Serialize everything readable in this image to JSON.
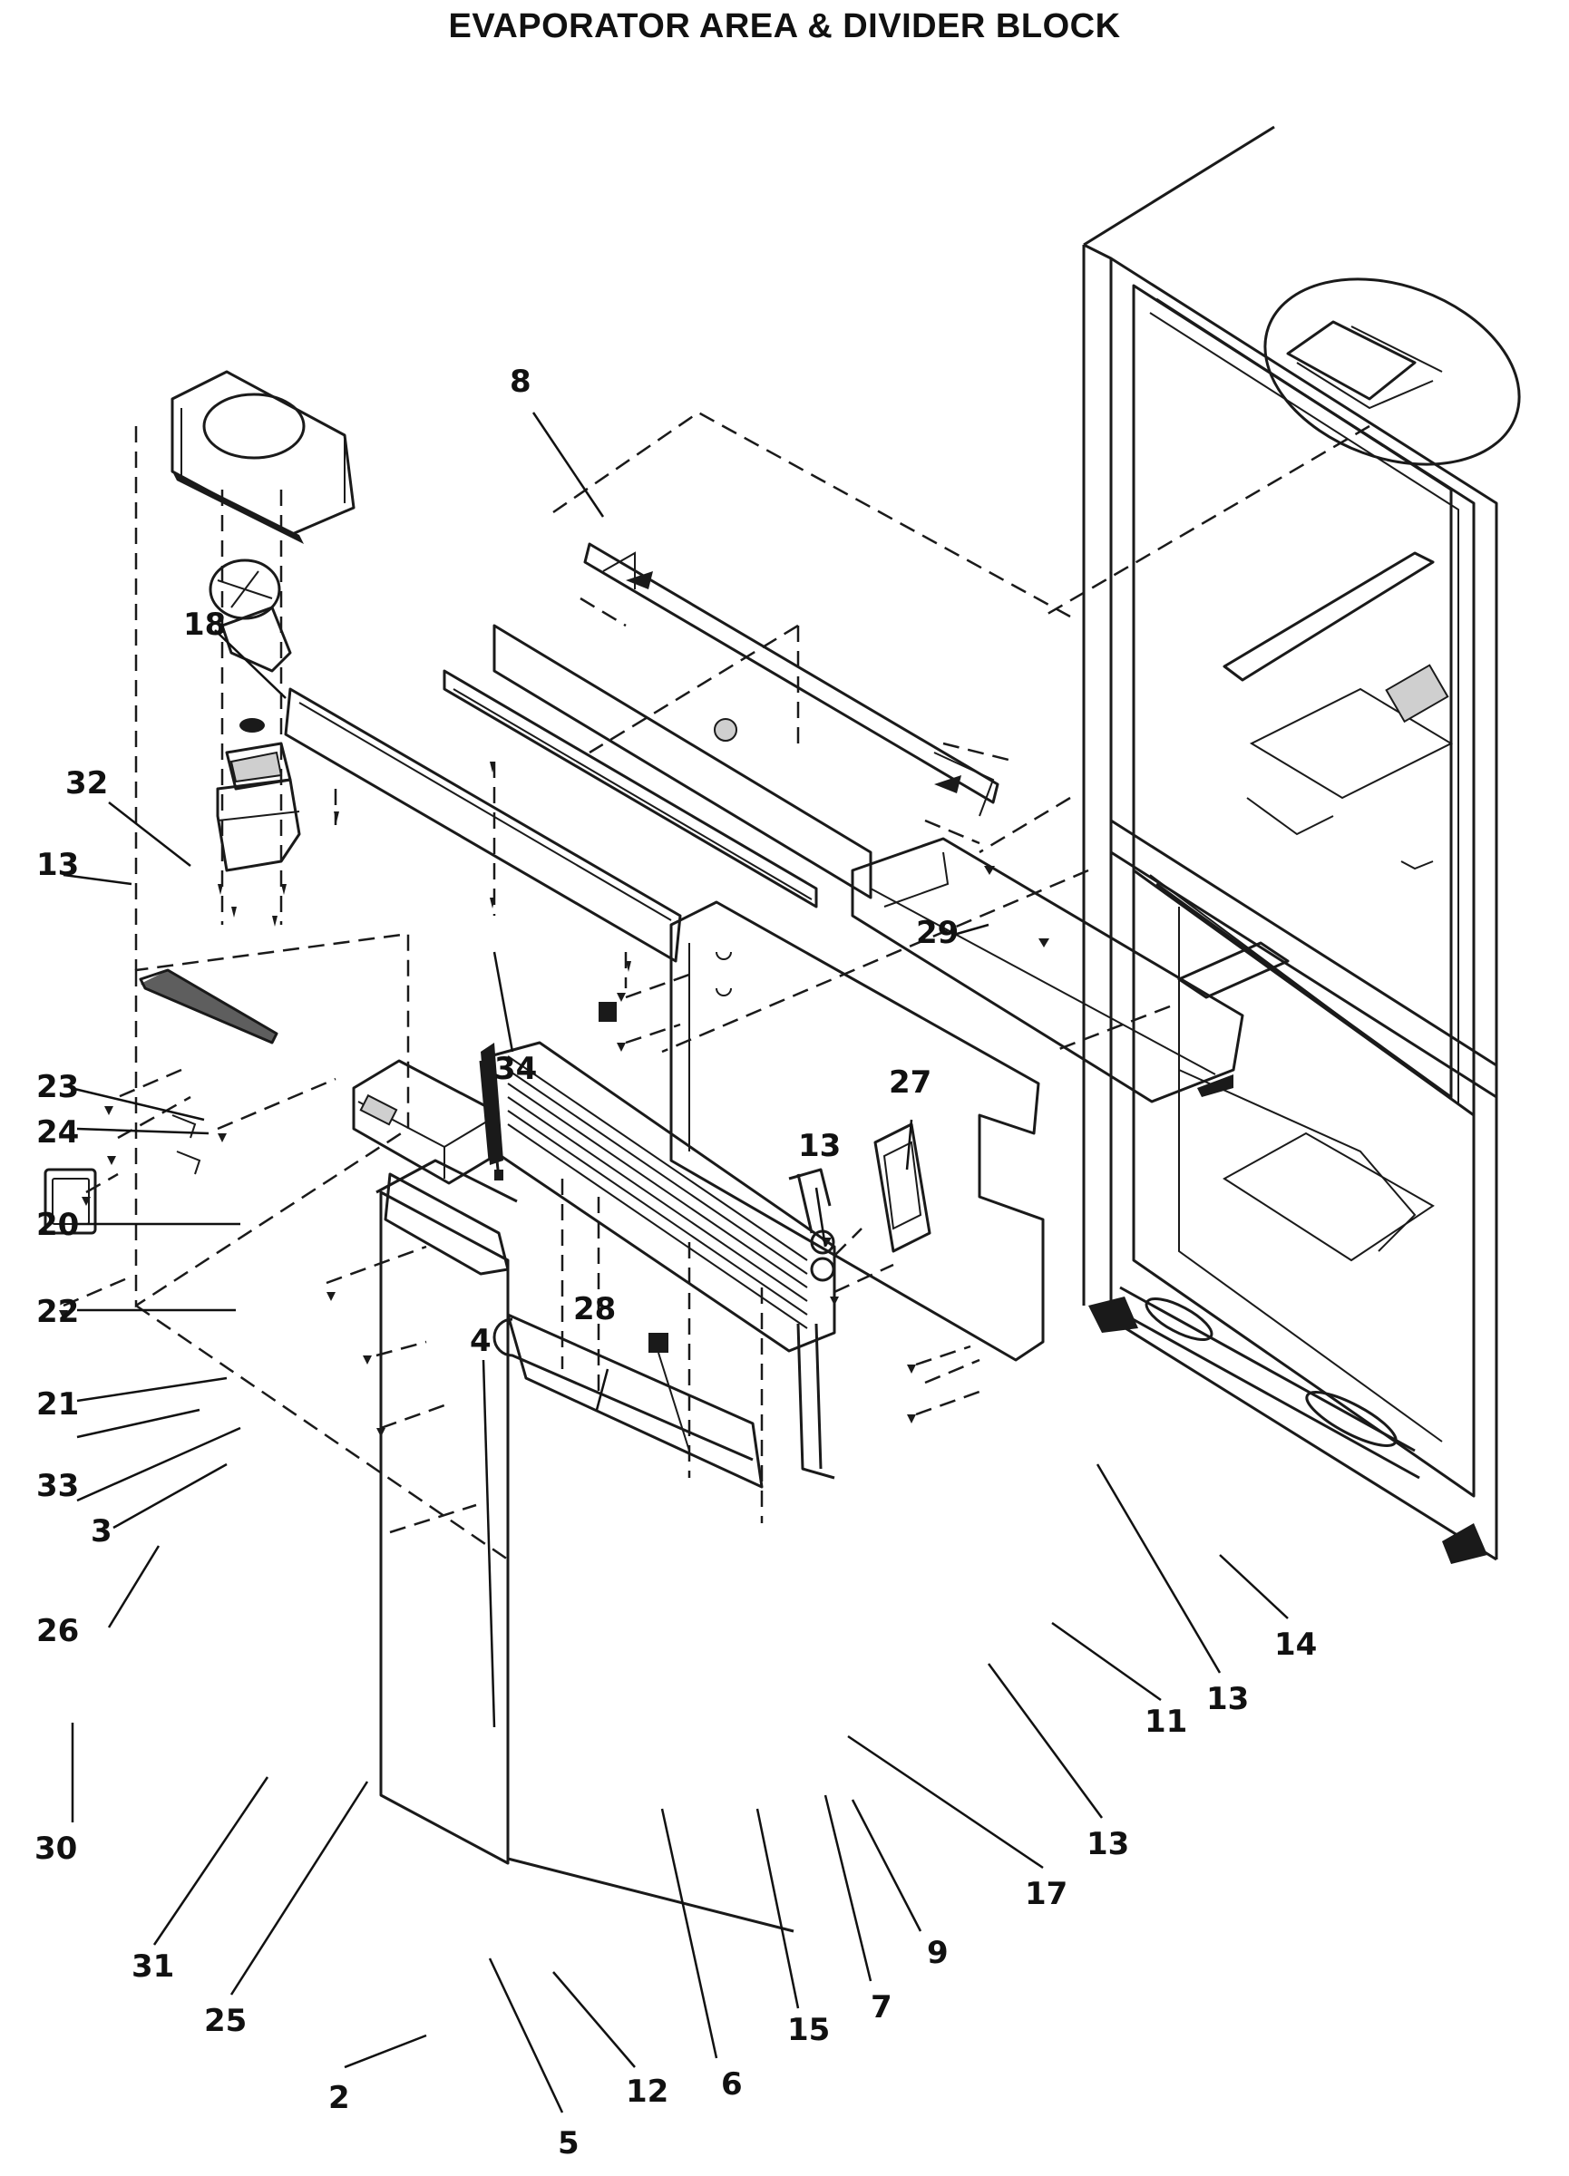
{
  "title": "EVAPORATOR AREA & DIVIDER BLOCK",
  "callouts": [
    {
      "id": "c8",
      "label": "8"
    },
    {
      "id": "c18",
      "label": "18"
    },
    {
      "id": "c32",
      "label": "32"
    },
    {
      "id": "c13a",
      "label": "13"
    },
    {
      "id": "c23",
      "label": "23"
    },
    {
      "id": "c34",
      "label": "34"
    },
    {
      "id": "c24",
      "label": "24"
    },
    {
      "id": "c20",
      "label": "20"
    },
    {
      "id": "c22",
      "label": "22"
    },
    {
      "id": "c21",
      "label": "21"
    },
    {
      "id": "c33",
      "label": "33"
    },
    {
      "id": "c3",
      "label": "3"
    },
    {
      "id": "c26",
      "label": "26"
    },
    {
      "id": "c30",
      "label": "30"
    },
    {
      "id": "c31",
      "label": "31"
    },
    {
      "id": "c25",
      "label": "25"
    },
    {
      "id": "c2",
      "label": "2"
    },
    {
      "id": "c5",
      "label": "5"
    },
    {
      "id": "c12",
      "label": "12"
    },
    {
      "id": "c6",
      "label": "6"
    },
    {
      "id": "c15",
      "label": "15"
    },
    {
      "id": "c7",
      "label": "7"
    },
    {
      "id": "c9",
      "label": "9"
    },
    {
      "id": "c17",
      "label": "17"
    },
    {
      "id": "c13b",
      "label": "13"
    },
    {
      "id": "c11",
      "label": "11"
    },
    {
      "id": "c13c",
      "label": "13"
    },
    {
      "id": "c14",
      "label": "14"
    },
    {
      "id": "c4",
      "label": "4"
    },
    {
      "id": "c28",
      "label": "28"
    },
    {
      "id": "c13d",
      "label": "13"
    },
    {
      "id": "c27",
      "label": "27"
    },
    {
      "id": "c29",
      "label": "29"
    }
  ]
}
